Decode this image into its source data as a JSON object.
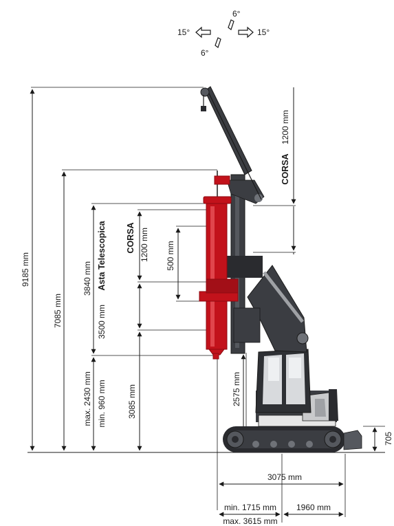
{
  "angles": {
    "top": "6°",
    "bottom": "6°",
    "left": "15°",
    "right": "15°"
  },
  "dimensions": {
    "total_height": "9185 mm",
    "mast_height": "7085 mm",
    "telescopic_max": "3840 mm",
    "telescopic_min": "3500 mm",
    "telescopic_label": "Asta Telescopica",
    "stroke_label": "CORSA",
    "stroke_value": "1200 mm",
    "stroke_500": "500 mm",
    "ground_max": "max. 2430 mm",
    "ground_min": "min. 960 mm",
    "height_3085": "3085 mm",
    "height_2575": "2575 mm",
    "top_stroke_label": "CORSA",
    "top_stroke_value": "1200 mm",
    "track_height": "705",
    "track_length": "3075 mm",
    "reach_min": "min. 1715 mm",
    "reach_max": "max. 3615 mm",
    "rear": "1960 mm"
  },
  "colors": {
    "machine": "#3b3d42",
    "machine_dark": "#2a2b2f",
    "machine_light": "#6f7278",
    "red": "#c2121b",
    "red_dark": "#8d0a11",
    "line": "#1a1a1a"
  }
}
